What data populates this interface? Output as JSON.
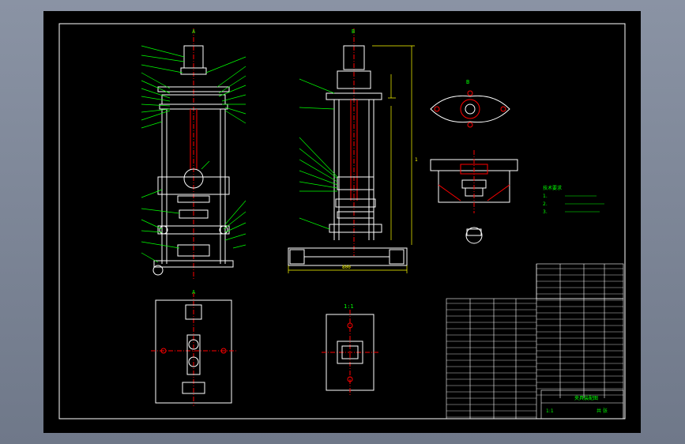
{
  "sheet": {
    "background": "#000000",
    "frame_color": "#ffffff"
  },
  "colors": {
    "outline": "#ffffff",
    "leader": "#00ff00",
    "dimension": "#ffff00",
    "centerline": "#ff0000",
    "hidden": "#00ffff",
    "part_red": "#ff0000",
    "table_text": "#00ff00",
    "accent": "#ff00ff"
  },
  "views": {
    "front_view_label": "A",
    "side_view_label": "B",
    "top_view_label": "A",
    "bottom_view_label": "1:1",
    "detail_label": "B"
  },
  "dimensions": {
    "overall_height": "1",
    "base_width": "800",
    "column_span": "1"
  },
  "notes": {
    "tech_requirements_title": "技术要求",
    "lines": [
      "1.",
      "2.",
      "3."
    ]
  },
  "title_block": {
    "drawing_title": "夹具装配图",
    "scale": "1:1",
    "sheet_label": "共 张"
  }
}
